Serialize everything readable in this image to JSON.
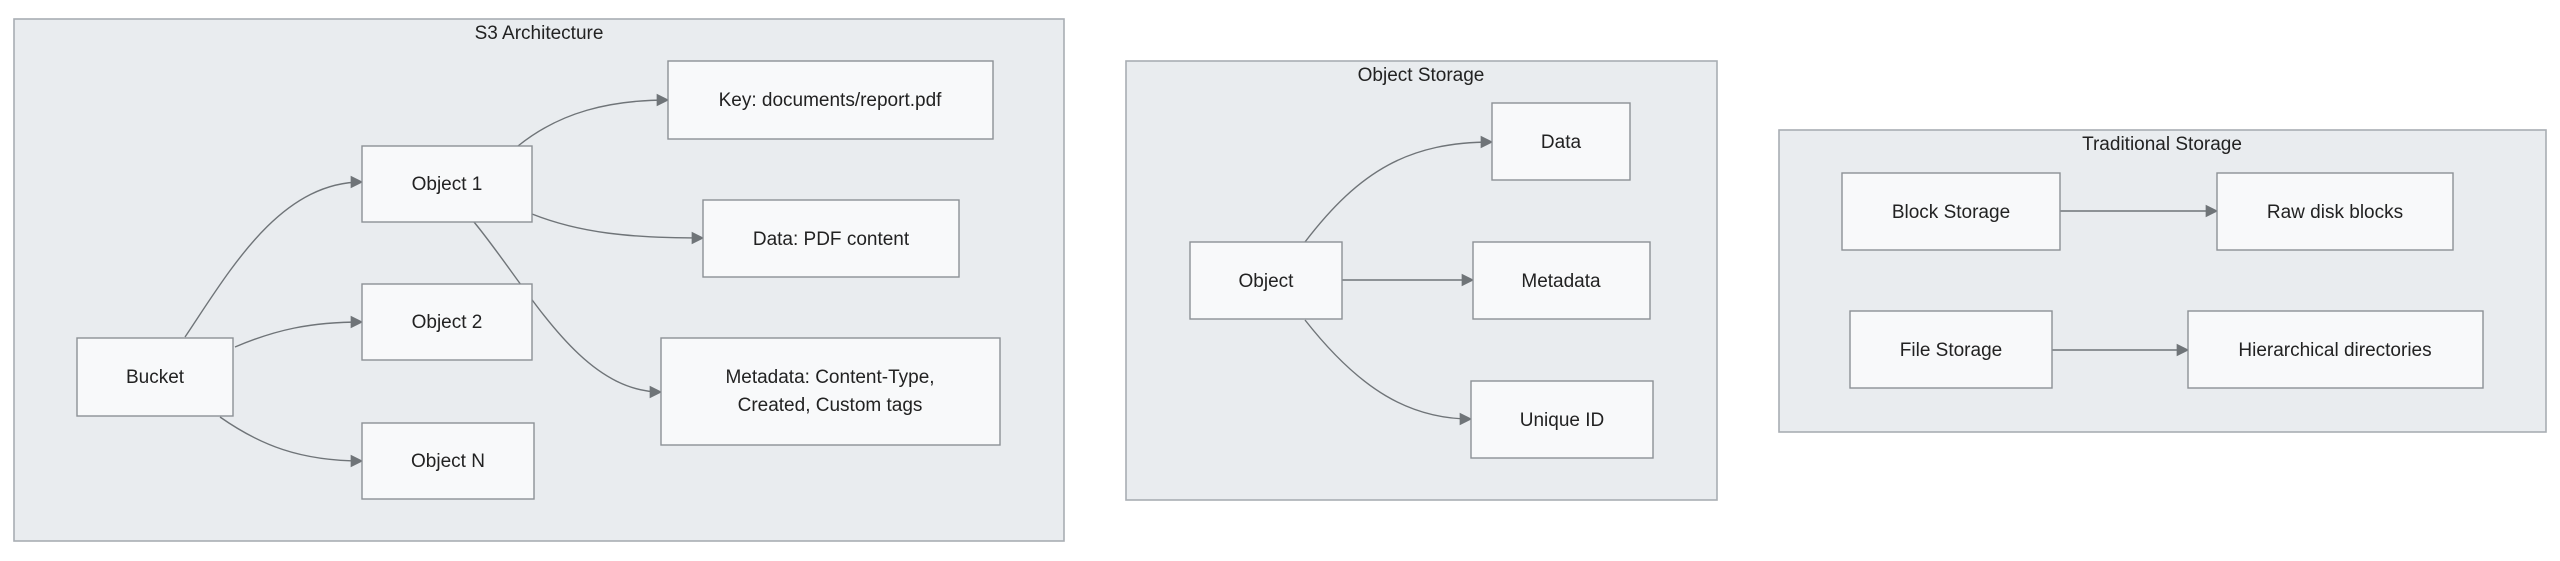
{
  "clusters": [
    {
      "id": "s3",
      "title": "S3 Architecture"
    },
    {
      "id": "obj",
      "title": "Object Storage"
    },
    {
      "id": "trad",
      "title": "Traditional Storage"
    }
  ],
  "nodes": {
    "bucket": {
      "label": "Bucket"
    },
    "object1": {
      "label": "Object 1"
    },
    "object2": {
      "label": "Object 2"
    },
    "objectN": {
      "label": "Object N"
    },
    "key": {
      "label": "Key: documents/report.pdf"
    },
    "data_pdf": {
      "label": "Data: PDF content"
    },
    "metadata_s3": {
      "line1": "Metadata: Content-Type,",
      "line2": "Created, Custom tags"
    },
    "object": {
      "label": "Object"
    },
    "data": {
      "label": "Data"
    },
    "metadata": {
      "label": "Metadata"
    },
    "unique_id": {
      "label": "Unique ID"
    },
    "block_storage": {
      "label": "Block Storage"
    },
    "raw_disk": {
      "label": "Raw disk blocks"
    },
    "file_storage": {
      "label": "File Storage"
    },
    "hier_dirs": {
      "label": "Hierarchical directories"
    }
  },
  "edges": [
    {
      "from": "bucket",
      "to": "object1"
    },
    {
      "from": "bucket",
      "to": "object2"
    },
    {
      "from": "bucket",
      "to": "objectN"
    },
    {
      "from": "object1",
      "to": "key"
    },
    {
      "from": "object1",
      "to": "data_pdf"
    },
    {
      "from": "object1",
      "to": "metadata_s3"
    },
    {
      "from": "object",
      "to": "data"
    },
    {
      "from": "object",
      "to": "metadata"
    },
    {
      "from": "object",
      "to": "unique_id"
    },
    {
      "from": "block_storage",
      "to": "raw_disk"
    },
    {
      "from": "file_storage",
      "to": "hier_dirs"
    }
  ]
}
